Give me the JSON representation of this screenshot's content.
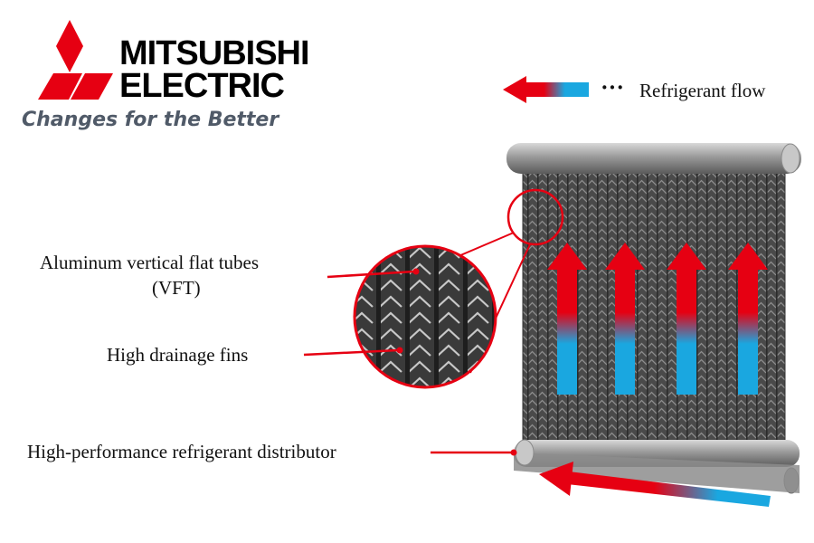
{
  "brand": {
    "line1": "MITSUBISHI",
    "line2": "ELECTRIC",
    "tagline": "Changes for the Better",
    "red": "#e60012",
    "logo_icon": "three-diamonds-logo-icon"
  },
  "legend": {
    "dots": "···",
    "text": "Refrigerant flow",
    "hot_color": "#e60012",
    "cold_color": "#1aa7e0"
  },
  "labels": {
    "tubes_line1": "Aluminum vertical flat tubes",
    "tubes_line2": "(VFT)",
    "fins": "High drainage fins",
    "distributor": "High-performance refrigerant distributor"
  }
}
